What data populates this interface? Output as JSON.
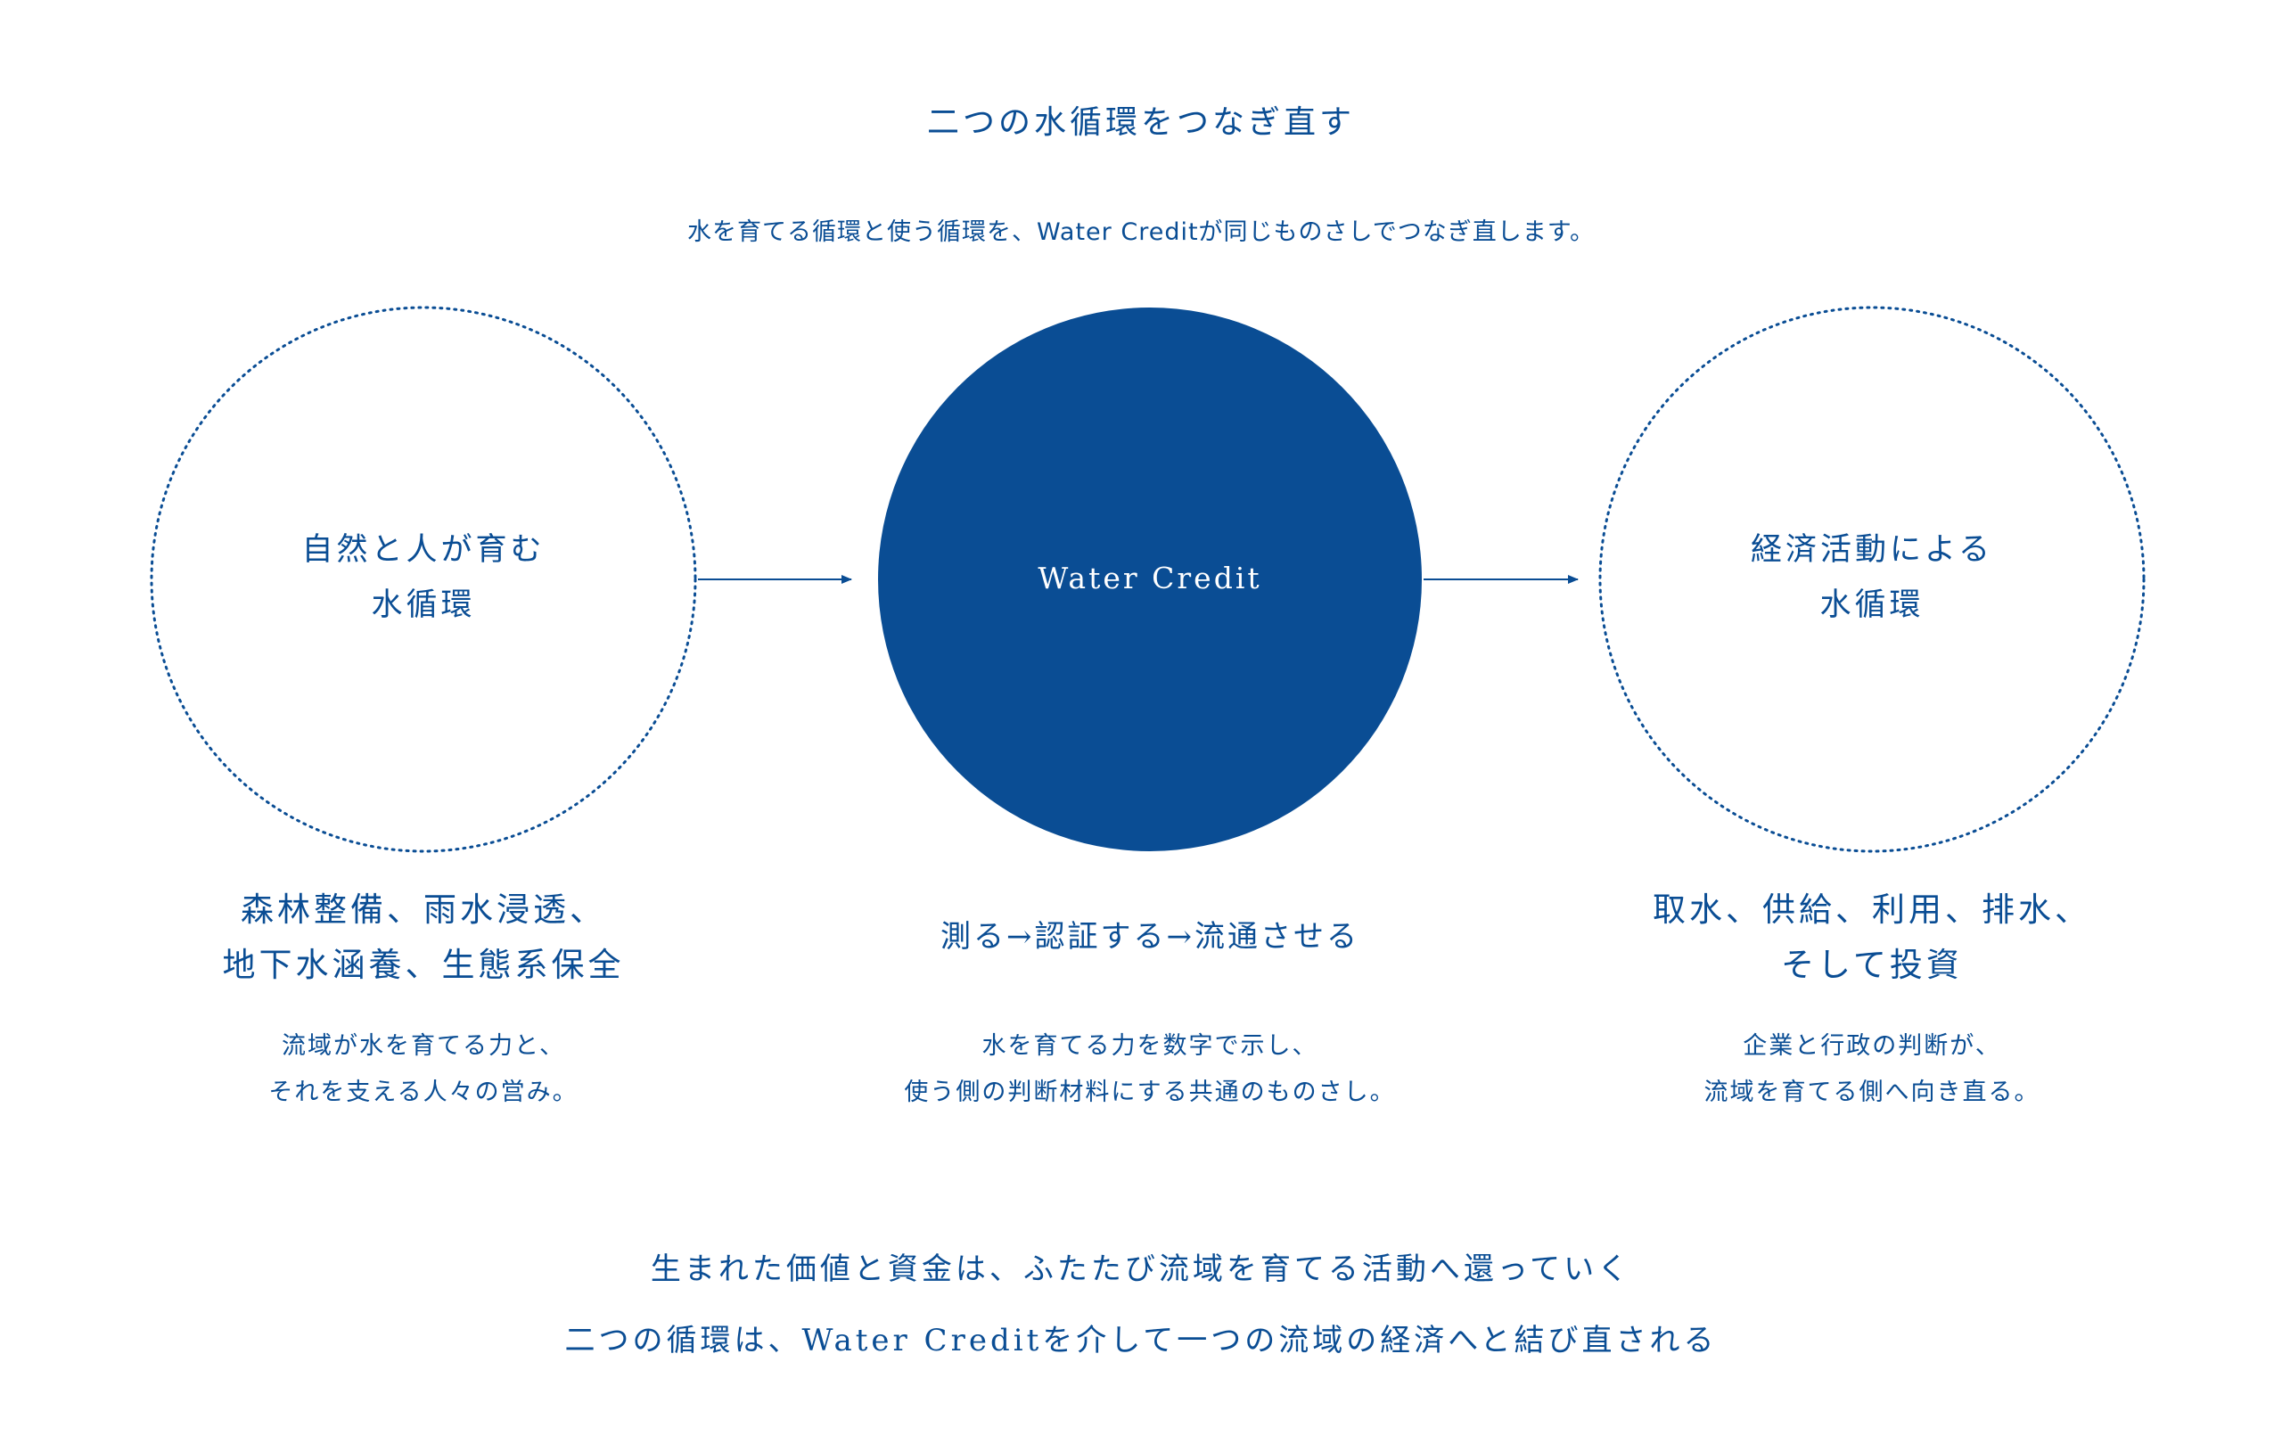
{
  "title": "二つの水循環をつなぎ直す",
  "subtitle": "水を育てる循環と使う循環を、Water Creditが同じものさしでつなぎ直します。",
  "colors": {
    "primary": "#0a4d94",
    "white": "#ffffff"
  },
  "left": {
    "circle_lines": [
      "自然と人が育む",
      "水循環"
    ],
    "heading_lines": [
      "森林整備、雨水浸透、",
      "地下水涵養、生態系保全"
    ],
    "desc_lines": [
      "流域が水を育てる力と、",
      "それを支える人々の営み。"
    ]
  },
  "center": {
    "circle_label": "Water Credit",
    "heading": "測る→認証する→流通させる",
    "desc_lines": [
      "水を育てる力を数字で示し、",
      "使う側の判断材料にする共通のものさし。"
    ]
  },
  "right": {
    "circle_lines": [
      "経済活動による",
      "水循環"
    ],
    "heading_lines": [
      "取水、供給、利用、排水、",
      "そして投資"
    ],
    "desc_lines": [
      "企業と行政の判断が、",
      "流域を育てる側へ向き直る。"
    ]
  },
  "closing": {
    "line1": "生まれた価値と資金は、ふたたび流域を育てる活動へ還っていく",
    "line2": "二つの循環は、Water Creditを介して一つの流域の経済へと結び直される"
  }
}
